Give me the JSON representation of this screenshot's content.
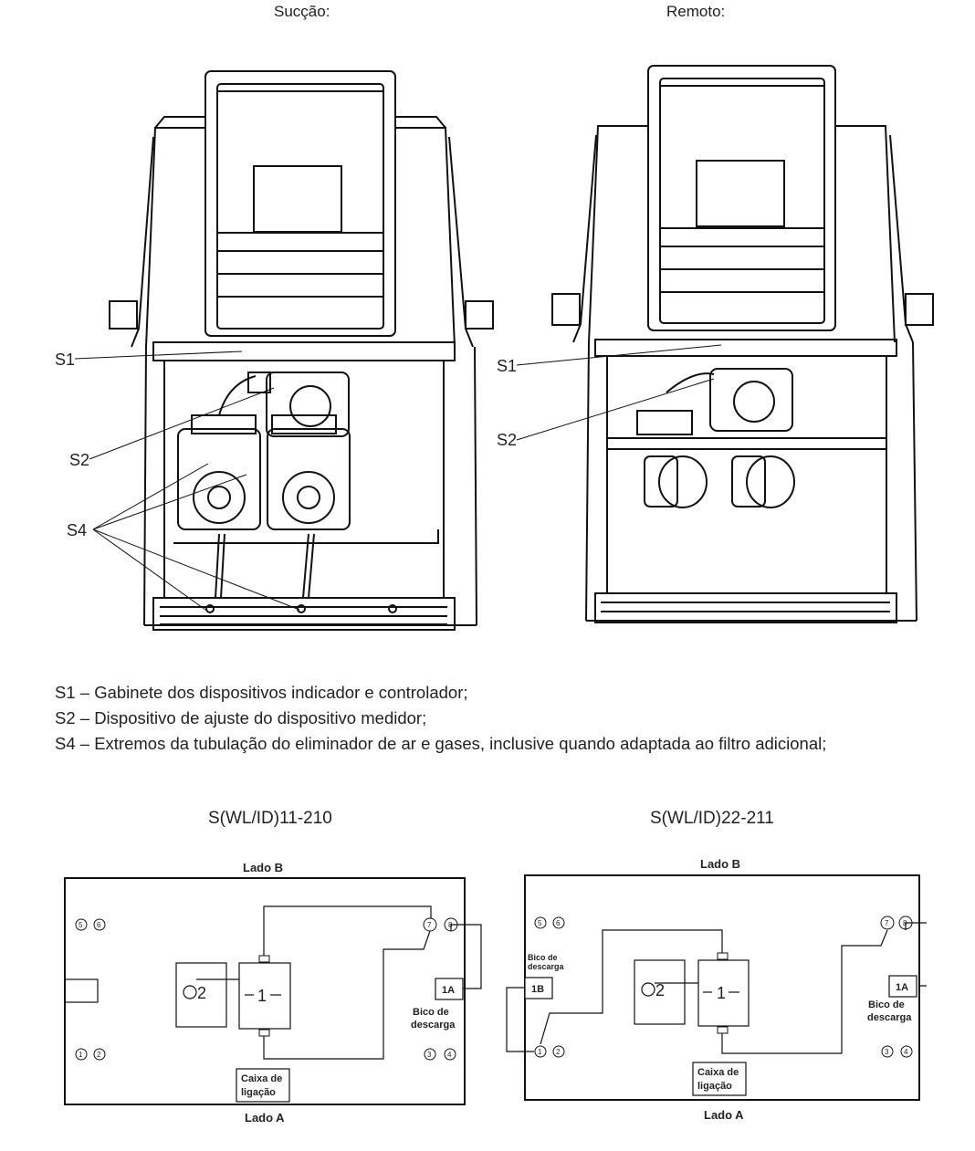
{
  "top": {
    "left_caption": "Sucção:",
    "right_caption": "Remoto:"
  },
  "callouts": {
    "s1": "S1",
    "s2": "S2",
    "s4": "S4"
  },
  "notes": [
    "S1 – Gabinete dos dispositivos indicador e controlador;",
    "S2 – Dispositivo de ajuste do dispositivo medidor;",
    "S4 – Extremos da tubulação do eliminador de ar e gases, inclusive quando adaptada ao filtro adicional;"
  ],
  "diagrams": {
    "left": {
      "title": "S(WL/ID)11-210",
      "side_b": "Lado B",
      "side_a": "Lado A",
      "module_1": "1",
      "module_2": "2",
      "box_1a": "1A",
      "nozzle": [
        "Bico de",
        "descarga"
      ],
      "junction": [
        "Caixa de",
        "ligação"
      ],
      "numbers": [
        "5",
        "6",
        "7",
        "8",
        "1",
        "2",
        "3",
        "4"
      ]
    },
    "right": {
      "title": "S(WL/ID)22-211",
      "side_b": "Lado B",
      "side_a": "Lado A",
      "module_1": "1",
      "module_2": "2",
      "box_1a": "1A",
      "box_1b": "1B",
      "nozzle_left": [
        "Bico de",
        "descarga"
      ],
      "nozzle_right": [
        "Bico de",
        "descarga"
      ],
      "junction": [
        "Caixa de",
        "ligação"
      ],
      "numbers": [
        "5",
        "6",
        "7",
        "8",
        "1",
        "2",
        "3",
        "4"
      ]
    }
  }
}
